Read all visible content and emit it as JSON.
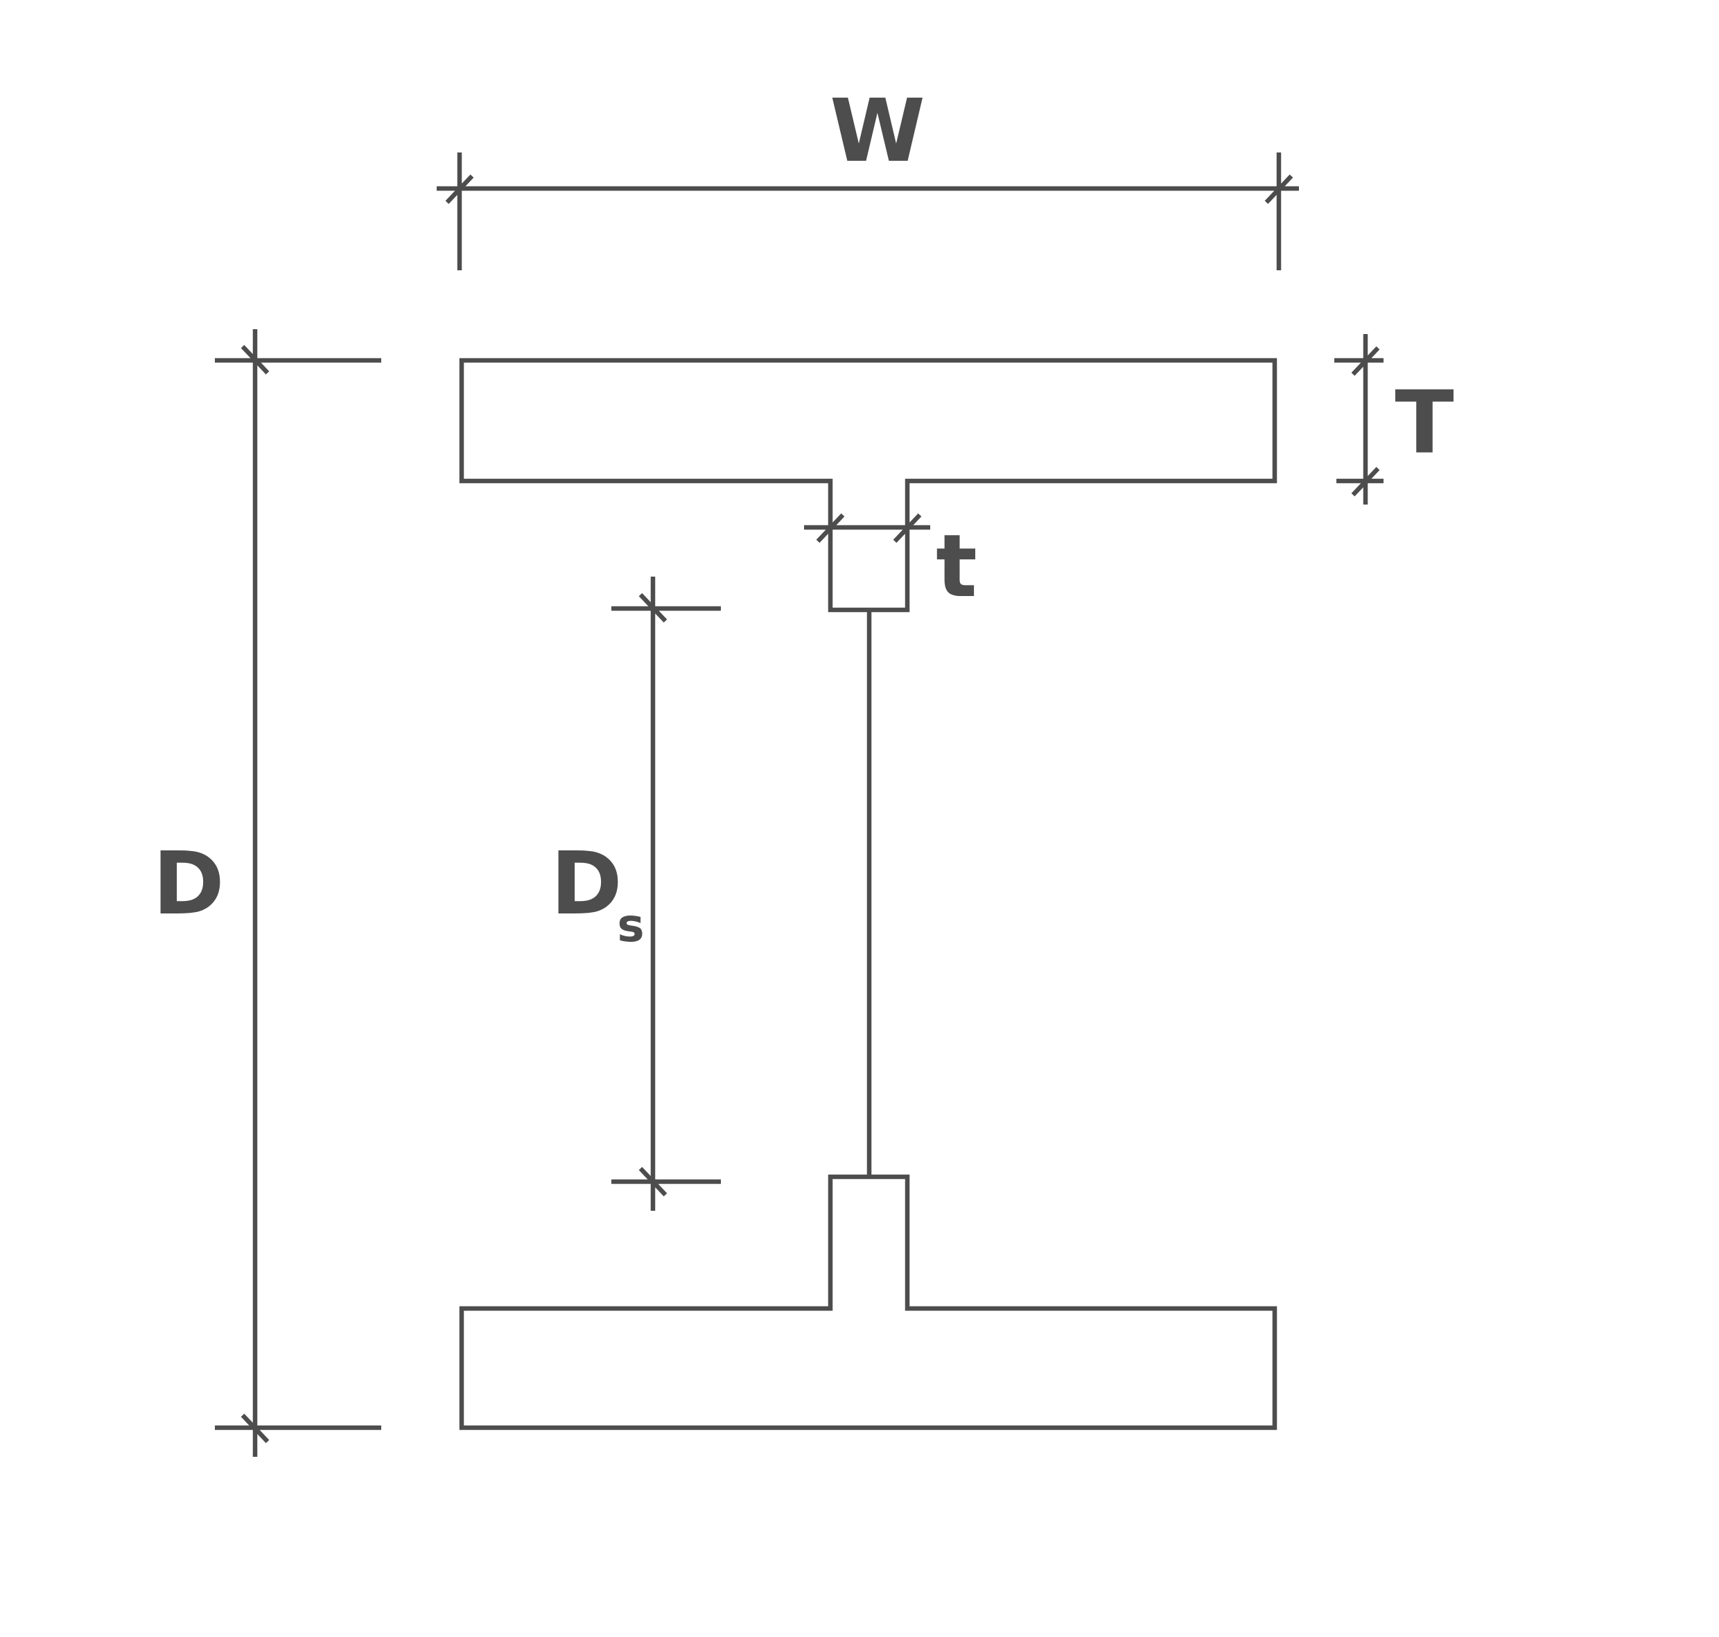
{
  "colors": {
    "line": "#4d4d4d",
    "background": "#ffffff"
  },
  "labels": {
    "width": "W",
    "depth": "D",
    "flange_thickness": "T",
    "web_thickness": "t",
    "web_depth_main": "D",
    "web_depth_sub": "s"
  }
}
